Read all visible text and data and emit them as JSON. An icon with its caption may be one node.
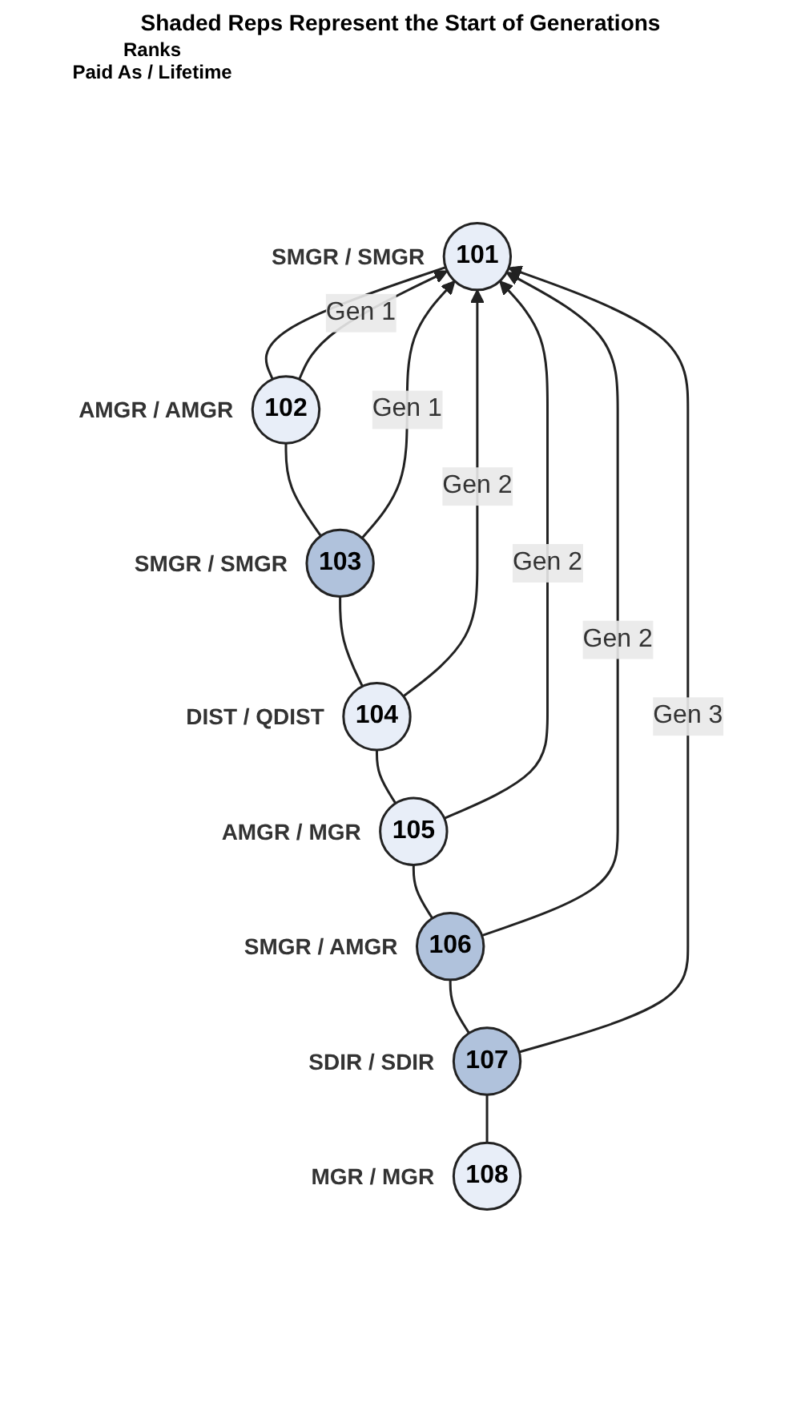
{
  "diagram": {
    "title": "Shaded Reps Represent the Start of Generations",
    "nodes": [
      {
        "text": [
          "101"
        ],
        "beside": [
          "SMGR / SMGR"
        ]
      },
      {
        "text": [
          "102"
        ],
        "beside": [
          "AMGR / AMGR"
        ]
      },
      {
        "text": [
          "103"
        ],
        "beside": [
          "SMGR / SMGR"
        ]
      },
      {
        "text": [
          "104"
        ],
        "beside": [
          "DIST / QDIST"
        ]
      },
      {
        "text": [
          "105"
        ],
        "beside": [
          "AMGR / MGR"
        ]
      },
      {
        "text": [
          "106"
        ],
        "beside": [
          "SMGR / AMGR"
        ]
      },
      {
        "text": [
          "107"
        ],
        "beside": [
          "SDIR / SDIR"
        ]
      },
      {
        "text": [
          "108"
        ],
        "beside": [
          "MGR / MGR"
        ]
      }
    ],
    "edges": [
      {
        "from": 0,
        "to": 1,
        "arrow": "none"
      },
      {
        "from": 1,
        "to": 2,
        "arrow": "none"
      },
      {
        "from": 2,
        "to": 3,
        "arrow": "none"
      },
      {
        "from": 3,
        "to": 4,
        "arrow": "none"
      },
      {
        "from": 4,
        "to": 5,
        "arrow": "none"
      },
      {
        "from": 5,
        "to": 6,
        "arrow": "none"
      },
      {
        "from": 6,
        "to": 7,
        "arrow": "none"
      },
      {
        "from": 1,
        "to": 0,
        "arrow": "to",
        "label": "Gen 1"
      },
      {
        "from": 2,
        "to": 0,
        "arrow": "to",
        "label": "Gen 1"
      },
      {
        "from": 3,
        "to": 0,
        "arrow": "to",
        "label": "Gen 2"
      },
      {
        "from": 4,
        "to": 0,
        "arrow": "to",
        "label": "Gen 2"
      },
      {
        "from": 5,
        "to": 0,
        "arrow": "to",
        "label": "Gen 2"
      },
      {
        "from": 6,
        "to": 0,
        "arrow": "to",
        "label": "Gen 3"
      }
    ],
    "labels": [
      "Ranks",
      "Paid As / Lifetime"
    ]
  }
}
